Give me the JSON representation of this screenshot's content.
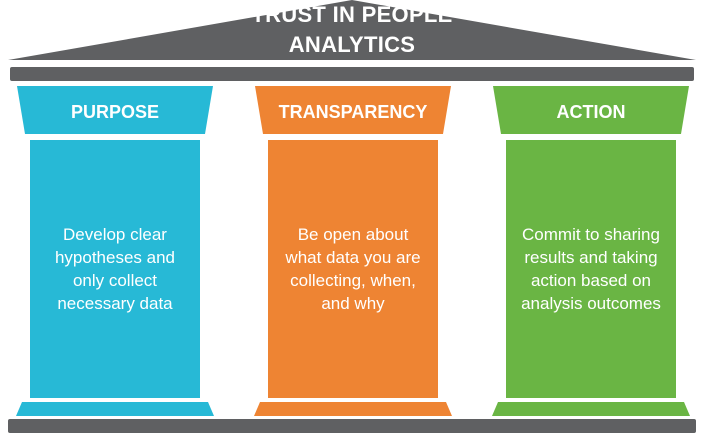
{
  "title": {
    "line1": "TRUST IN PEOPLE",
    "line2": "ANALYTICS"
  },
  "colors": {
    "roof": "#5f6062",
    "purpose": "#27b9d6",
    "transparency": "#ee8433",
    "action": "#6ab544"
  },
  "pillars": [
    {
      "header": "PURPOSE",
      "lines": [
        "Develop clear",
        "hypotheses and",
        "only collect",
        "necessary data"
      ]
    },
    {
      "header": "TRANSPARENCY",
      "lines": [
        "Be open about",
        "what data you are",
        "collecting, when,",
        "and why"
      ]
    },
    {
      "header": "ACTION",
      "lines": [
        "Commit to sharing",
        "results and taking",
        "action based on",
        "analysis outcomes"
      ]
    }
  ]
}
